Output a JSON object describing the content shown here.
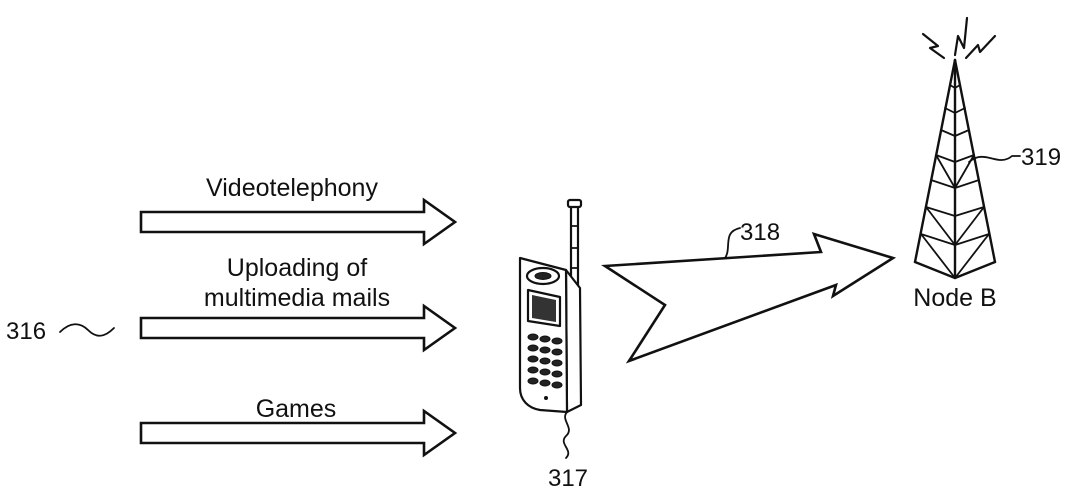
{
  "services": [
    {
      "label": "Videotelephony"
    },
    {
      "label": "Uploading of",
      "label2": "multimedia mails"
    },
    {
      "label": "Games"
    }
  ],
  "refs": {
    "services_group": "316",
    "terminal": "317",
    "uplink": "318",
    "base_station": "319"
  },
  "node_label": "Node B"
}
